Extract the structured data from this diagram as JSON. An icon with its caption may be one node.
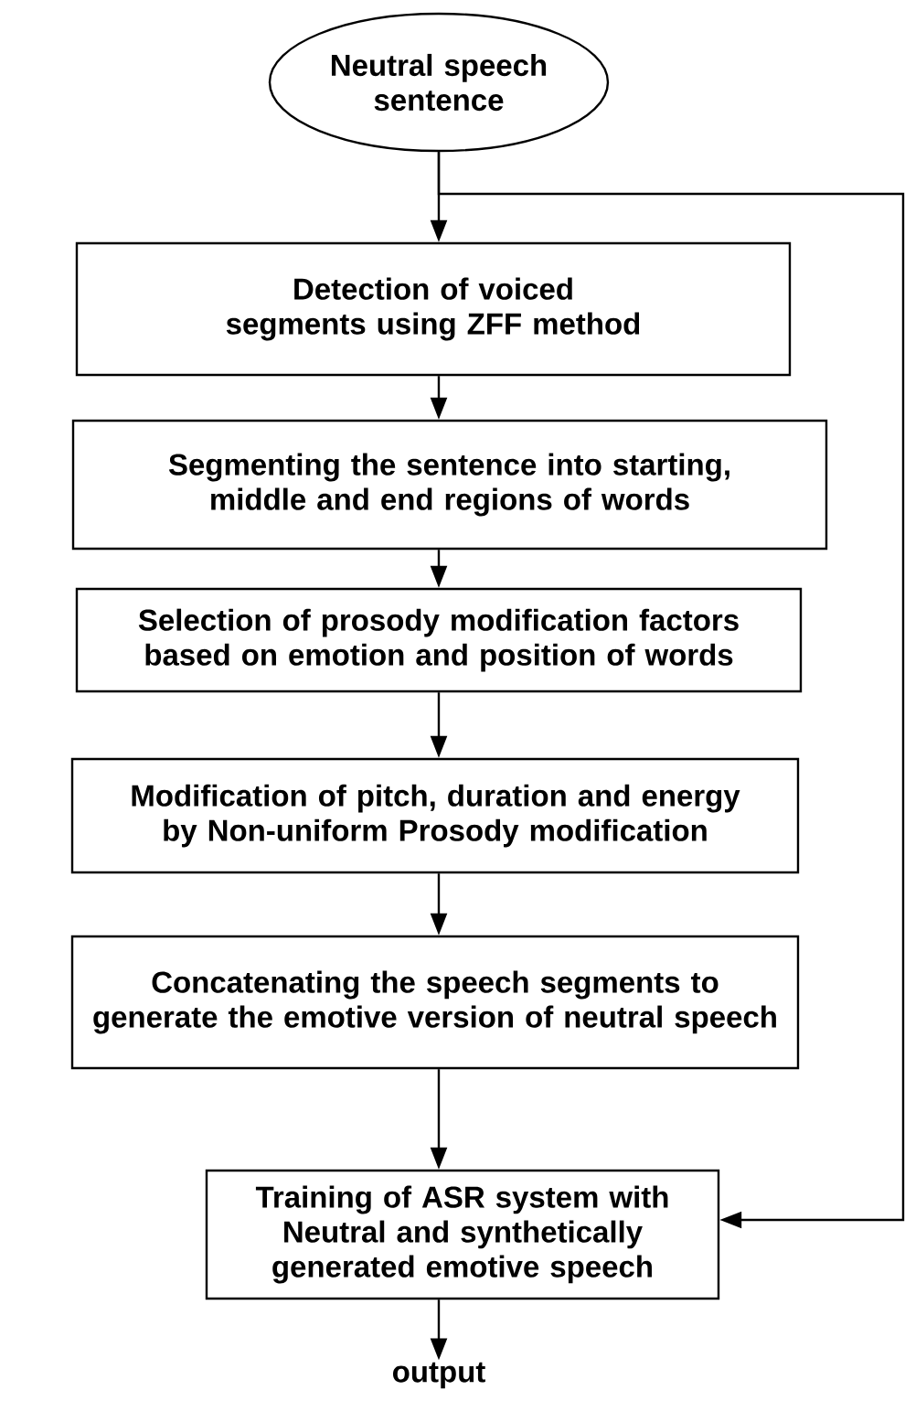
{
  "diagram": {
    "nodes": [
      {
        "text": [
          "Neutral speech sentence"
        ]
      },
      {
        "text": [
          "Detection of voiced segments using ZFF method"
        ]
      },
      {
        "text": [
          "Segmenting the sentence into starting, middle and end regions of words"
        ]
      },
      {
        "text": [
          "Selection of prosody modification factors based on emotion and position of words"
        ]
      },
      {
        "text": [
          "Modification of pitch, duration and energy by Non-uniform Prosody modification"
        ]
      },
      {
        "text": [
          "Concatenating the speech segments to generate the emotive version of neutral speech"
        ]
      },
      {
        "text": [
          "Training of ASR system with Neutral and synthetically generated emotive speech"
        ]
      },
      {
        "text": [
          "output"
        ]
      }
    ],
    "edges": [
      {
        "from": 0,
        "to": 1,
        "arrow": "to"
      },
      {
        "from": 1,
        "to": 2,
        "arrow": "to"
      },
      {
        "from": 2,
        "to": 3,
        "arrow": "to"
      },
      {
        "from": 3,
        "to": 4,
        "arrow": "to"
      },
      {
        "from": 4,
        "to": 5,
        "arrow": "to"
      },
      {
        "from": 5,
        "to": 6,
        "arrow": "to"
      },
      {
        "from": 6,
        "to": 7,
        "arrow": "to"
      },
      {
        "from": 0,
        "to": 6,
        "arrow": "to"
      }
    ]
  }
}
